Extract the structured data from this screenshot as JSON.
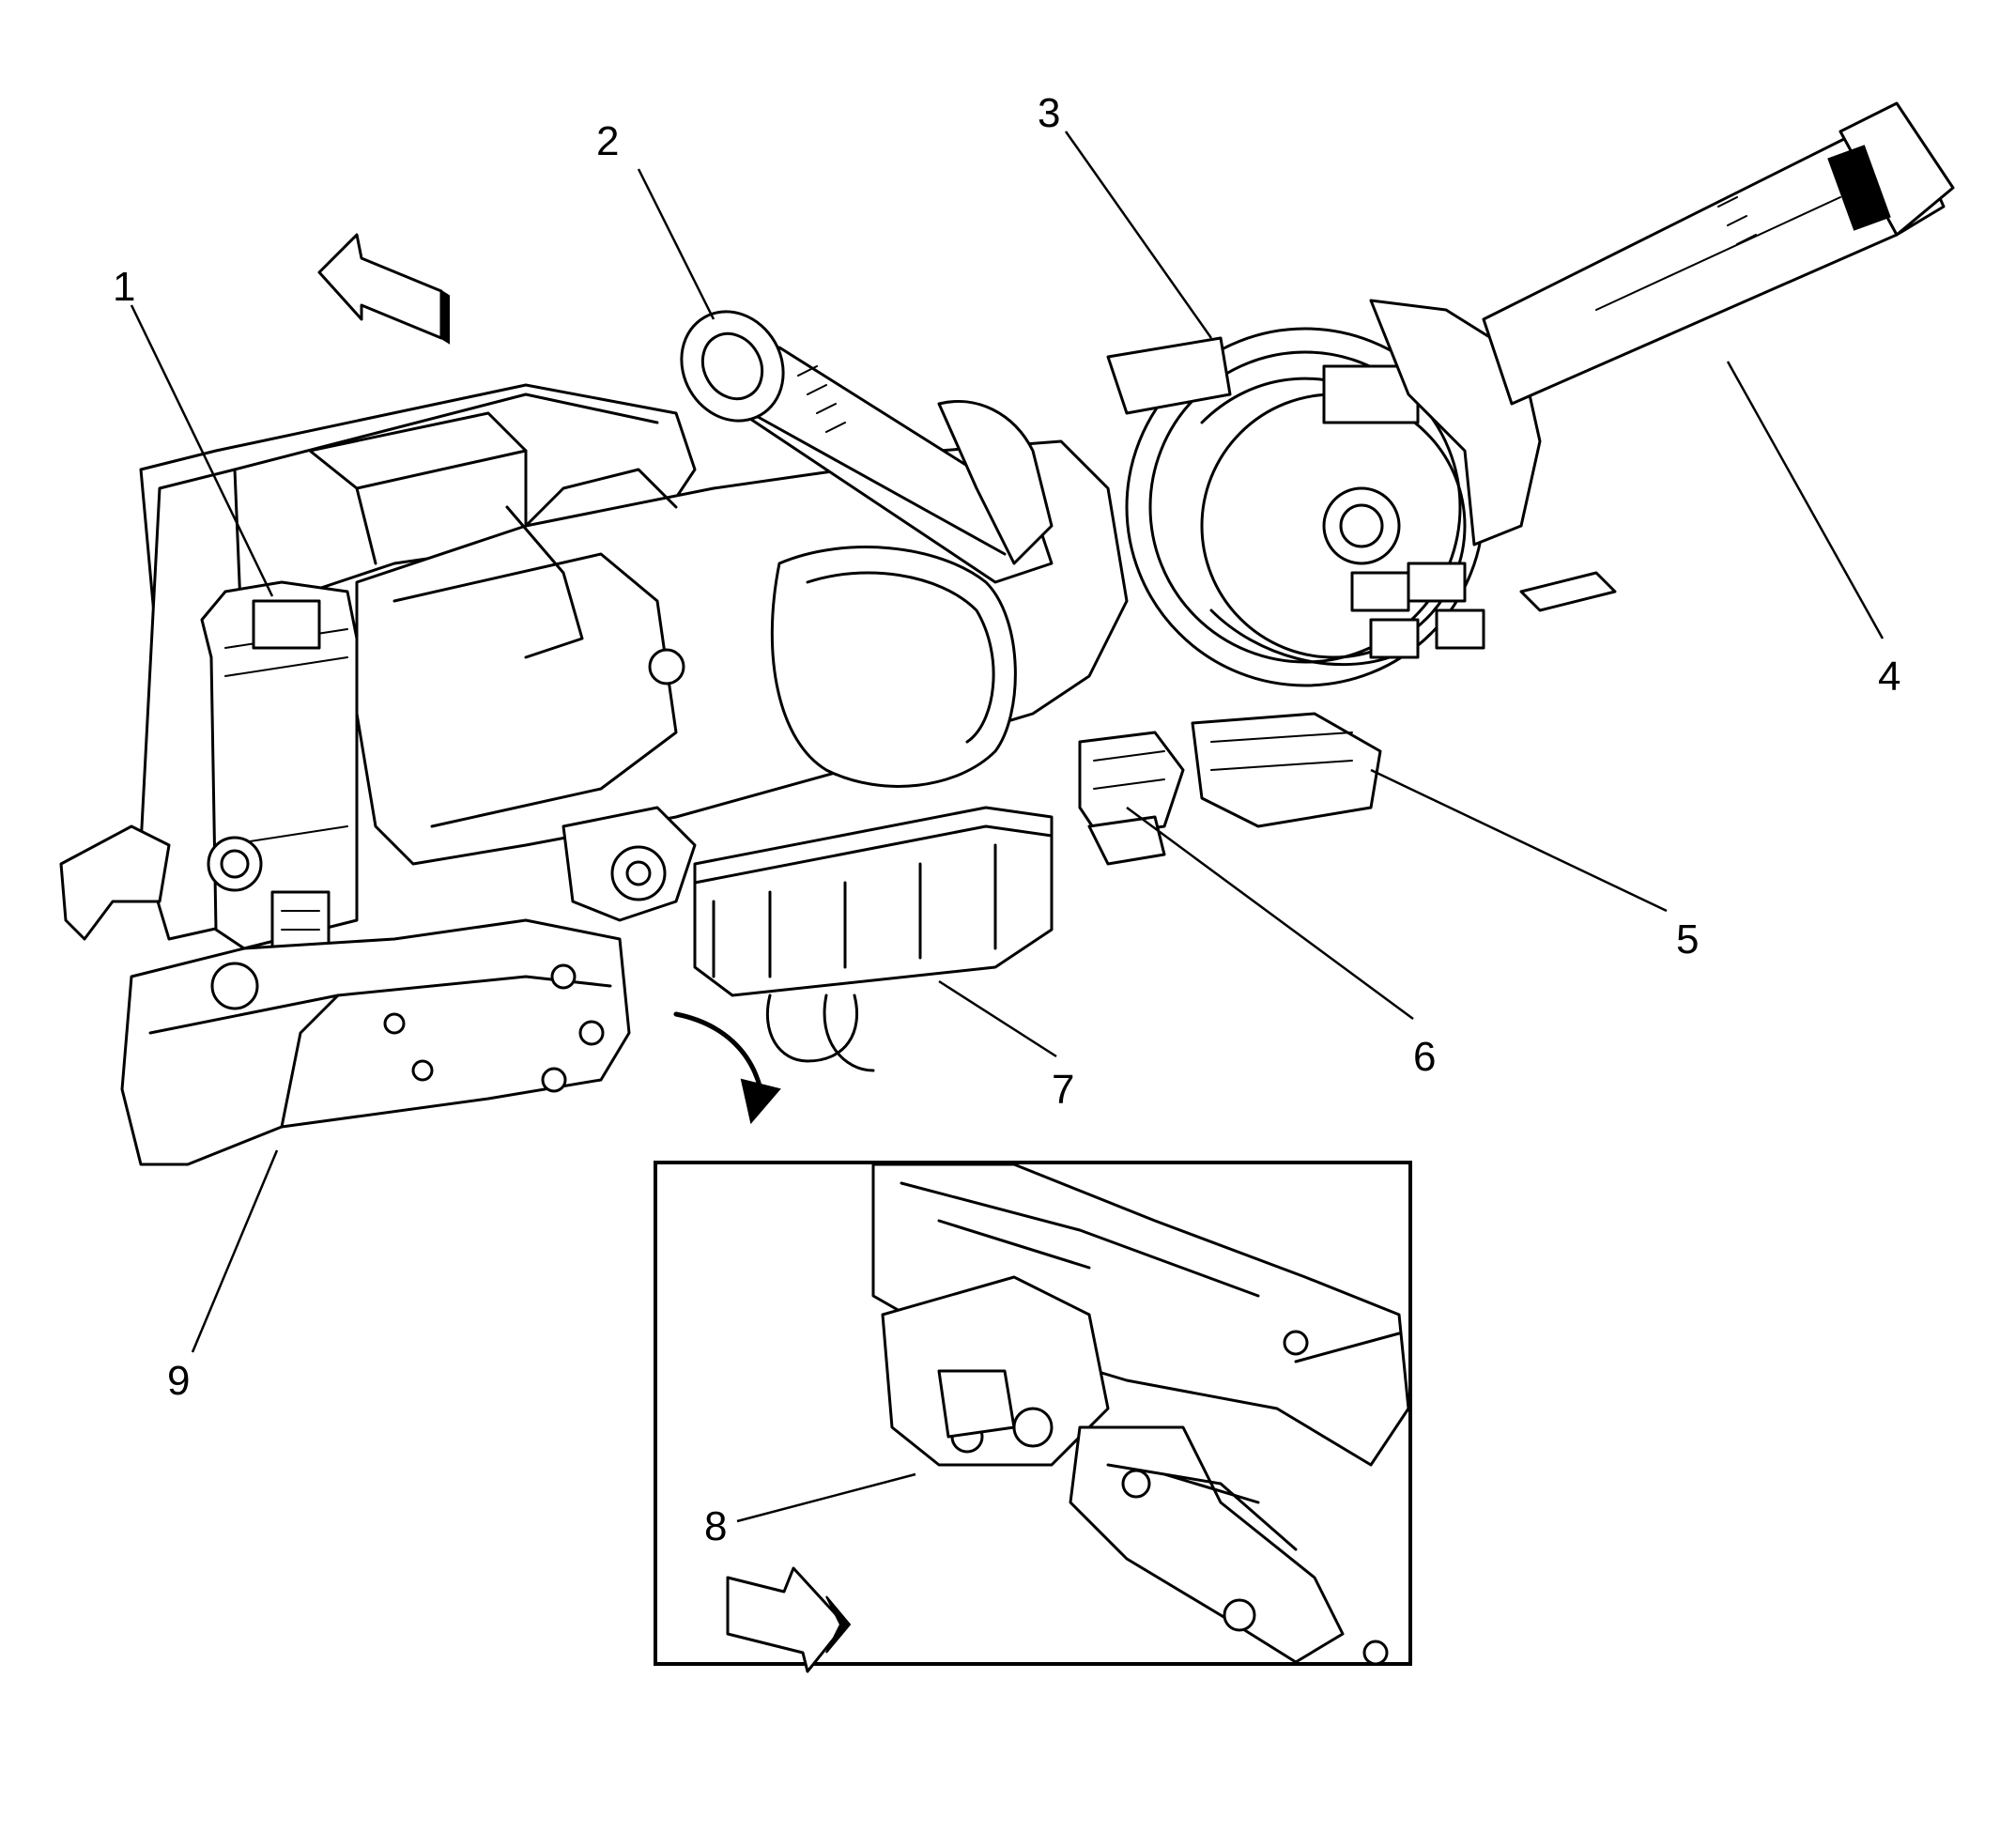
{
  "callouts": [
    {
      "id": "1",
      "label": "1"
    },
    {
      "id": "2",
      "label": "2"
    },
    {
      "id": "3",
      "label": "3"
    },
    {
      "id": "4",
      "label": "4"
    },
    {
      "id": "5",
      "label": "5"
    },
    {
      "id": "6",
      "label": "6"
    },
    {
      "id": "7",
      "label": "7"
    },
    {
      "id": "8",
      "label": "8"
    },
    {
      "id": "9",
      "label": "9"
    }
  ],
  "icons": [
    "direction-arrow-icon",
    "rotation-arrow-icon",
    "direction-arrow-icon"
  ]
}
